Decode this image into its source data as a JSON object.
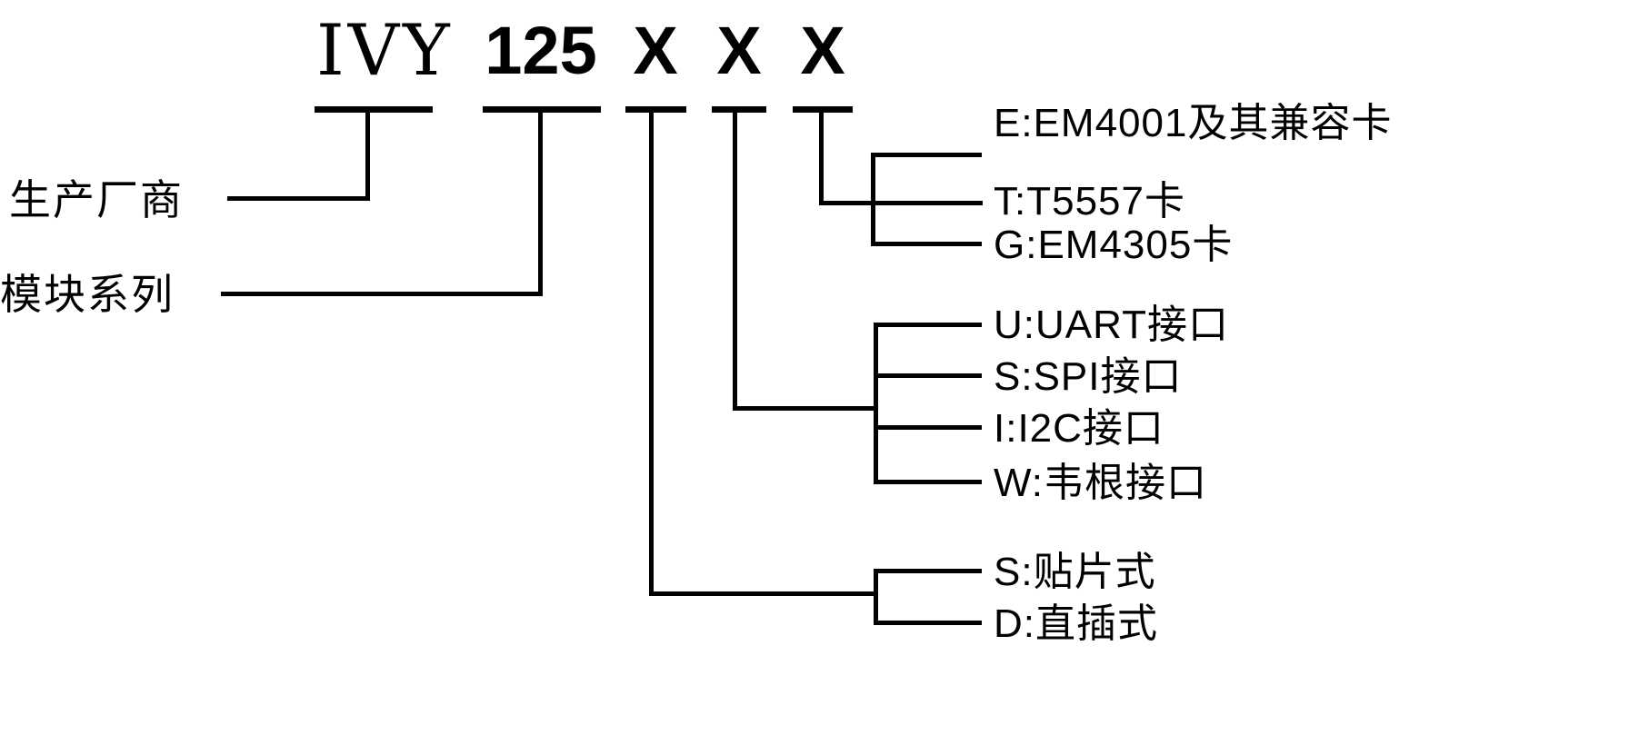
{
  "title": {
    "manufacturer_code": "IVY",
    "series_code": "125",
    "x1": "X",
    "x2": "X",
    "x3": "X"
  },
  "labels": {
    "manufacturer": "生产厂商",
    "series": "模块系列"
  },
  "card_options": [
    "E:EM4001及其兼容卡",
    "T:T5557卡",
    "G:EM4305卡"
  ],
  "interface_options": [
    "U:UART接口",
    "S:SPI接口",
    "I:I2C接口",
    "W:韦根接口"
  ],
  "package_options": [
    "S:贴片式",
    "D:直插式"
  ],
  "colors": {
    "line": "#000000",
    "background": "#ffffff",
    "text": "#000000"
  }
}
